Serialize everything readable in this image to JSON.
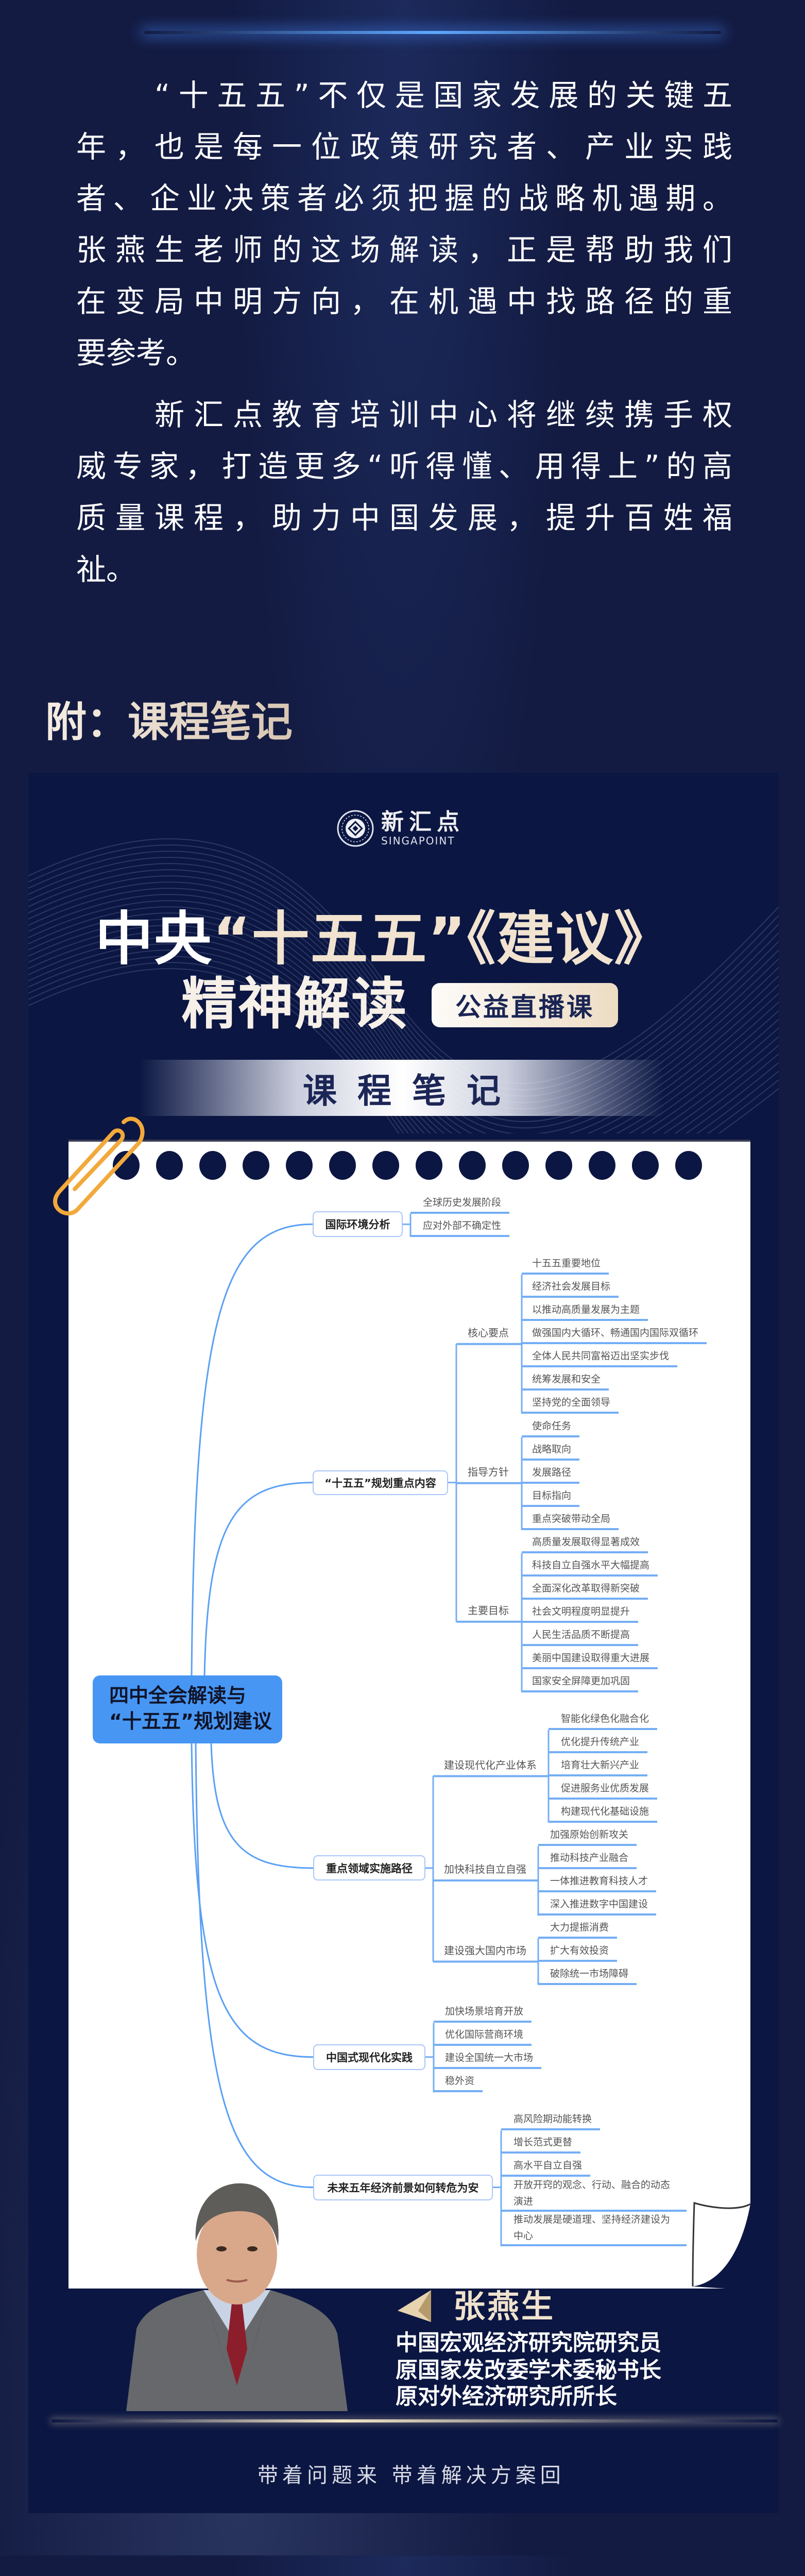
{
  "intro": {
    "paragraphs": [
      [
        "“十五五”不仅是国家发展的关键五",
        "年，也是每一位政策研究者、产业实践",
        "者、企业决策者必须把握的战略机遇期。",
        "张燕生老师的这场解读，正是帮助我们",
        "在变局中明方向，在机遇中找路径的重",
        "要参考。"
      ],
      [
        "新汇点教育培训中心将继续携手权",
        "威专家，打造更多“听得懂、用得上”的高",
        "质量课程，助力中国发展，提升百姓福",
        "祉。"
      ]
    ]
  },
  "appendix_heading": "附：课程笔记",
  "poster": {
    "logo_cn": "新汇点",
    "logo_en": "SINGAPOINT",
    "title_part1": "中央",
    "title_part2": "“十五五”《建议》",
    "title_line2": "精神解读",
    "badge": "公益直播课",
    "banner": "课程笔记"
  },
  "mindmap": {
    "root": [
      "四中全会解读与",
      "“十五五”规划建议"
    ],
    "branches": [
      {
        "label": "国际环境分析",
        "leaves": [
          "全球历史发展阶段",
          "应对外部不确定性"
        ]
      },
      {
        "label": "“十五五”规划重点内容",
        "groups": [
          {
            "label": "核心要点",
            "leaves": [
              "十五五重要地位",
              "经济社会发展目标",
              "以推动高质量发展为主题",
              "做强国内大循环、畅通国内国际双循环",
              "全体人民共同富裕迈出坚实步伐",
              "统筹发展和安全",
              "坚持党的全面领导"
            ]
          },
          {
            "label": "指导方针",
            "leaves": [
              "使命任务",
              "战略取向",
              "发展路径",
              "目标指向",
              "重点突破带动全局"
            ]
          },
          {
            "label": "主要目标",
            "leaves": [
              "高质量发展取得显著成效",
              "科技自立自强水平大幅提高",
              "全面深化改革取得新突破",
              "社会文明程度明显提升",
              "人民生活品质不断提高",
              "美丽中国建设取得重大进展",
              "国家安全屏障更加巩固"
            ]
          }
        ]
      },
      {
        "label": "重点领域实施路径",
        "groups": [
          {
            "label": "建设现代化产业体系",
            "leaves": [
              "智能化绿色化融合化",
              "优化提升传统产业",
              "培育壮大新兴产业",
              "促进服务业优质发展",
              "构建现代化基础设施"
            ]
          },
          {
            "label": "加快科技自立自强",
            "leaves": [
              "加强原始创新攻关",
              "推动科技产业融合",
              "一体推进教育科技人才",
              "深入推进数字中国建设"
            ]
          },
          {
            "label": "建设强大国内市场",
            "leaves": [
              "大力提振消费",
              "扩大有效投资",
              "破除统一市场障碍"
            ]
          }
        ]
      },
      {
        "label": "中国式现代化实践",
        "leaves": [
          "加快场景培育开放",
          "优化国际营商环境",
          "建设全国统一大市场",
          "稳外资"
        ]
      },
      {
        "label": "未来五年经济前景如何转危为安",
        "leaves": [
          "高风险期动能转换",
          "增长范式更替",
          "高水平自立自强",
          "开放开窍的观念、行动、融合的动态演进",
          "推动发展是硬道理、坚持经济建设为中心"
        ]
      }
    ]
  },
  "speaker": {
    "name": "张燕生",
    "titles": [
      "中国宏观经济研究院研究员",
      "原国家发改委学术委秘书长",
      "原对外经济研究所所长"
    ]
  },
  "slogan": "带着问题来  带着解决方案回",
  "colors": {
    "page_bg": "#131b42",
    "card_bg": "#0b1642",
    "accent_blue": "#4796f4",
    "line_blue": "#74aef5",
    "gold": "#efe2cd",
    "clip": "#f2a93b"
  }
}
